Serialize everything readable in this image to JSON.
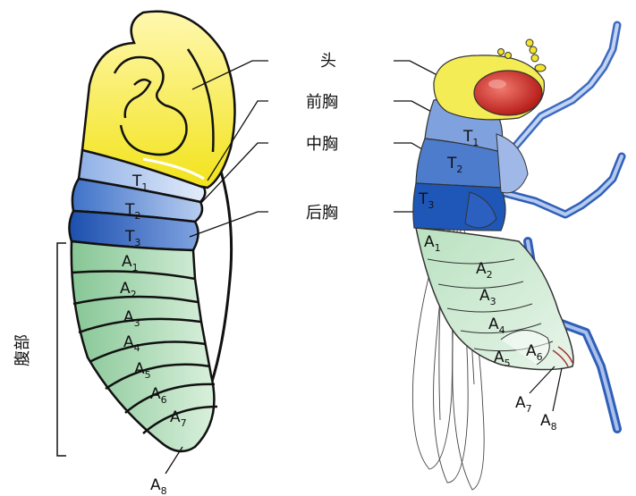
{
  "center_labels": {
    "head": "头",
    "prothorax": "前胸",
    "mesothorax": "中胸",
    "metathorax": "后胸"
  },
  "abdomen_label": "腹部",
  "pupa_segments": {
    "t1": "T",
    "t1_sub": "1",
    "t2": "T",
    "t2_sub": "2",
    "t3": "T",
    "t3_sub": "3",
    "a1": "A",
    "a1_sub": "1",
    "a2": "A",
    "a2_sub": "2",
    "a3": "A",
    "a3_sub": "3",
    "a4": "A",
    "a4_sub": "4",
    "a5": "A",
    "a5_sub": "5",
    "a6": "A",
    "a6_sub": "6",
    "a7": "A",
    "a7_sub": "7",
    "a8": "A",
    "a8_sub": "8"
  },
  "adult_segments": {
    "t1": "T",
    "t1_sub": "1",
    "t2": "T",
    "t2_sub": "2",
    "t3": "T",
    "t3_sub": "3",
    "a1": "A",
    "a1_sub": "1",
    "a2": "A",
    "a2_sub": "2",
    "a3": "A",
    "a3_sub": "3",
    "a4": "A",
    "a4_sub": "4",
    "a5": "A",
    "a5_sub": "5",
    "a6": "A",
    "a6_sub": "6",
    "a7": "A",
    "a7_sub": "7",
    "a8": "A",
    "a8_sub": "8"
  },
  "colors": {
    "head": "#f4e81c",
    "thorax_light": "#b9cdee",
    "thorax_mid": "#5b87cf",
    "thorax_dark": "#1f55b5",
    "abdomen": "#9fd2a8",
    "eye": "#d4312a"
  }
}
